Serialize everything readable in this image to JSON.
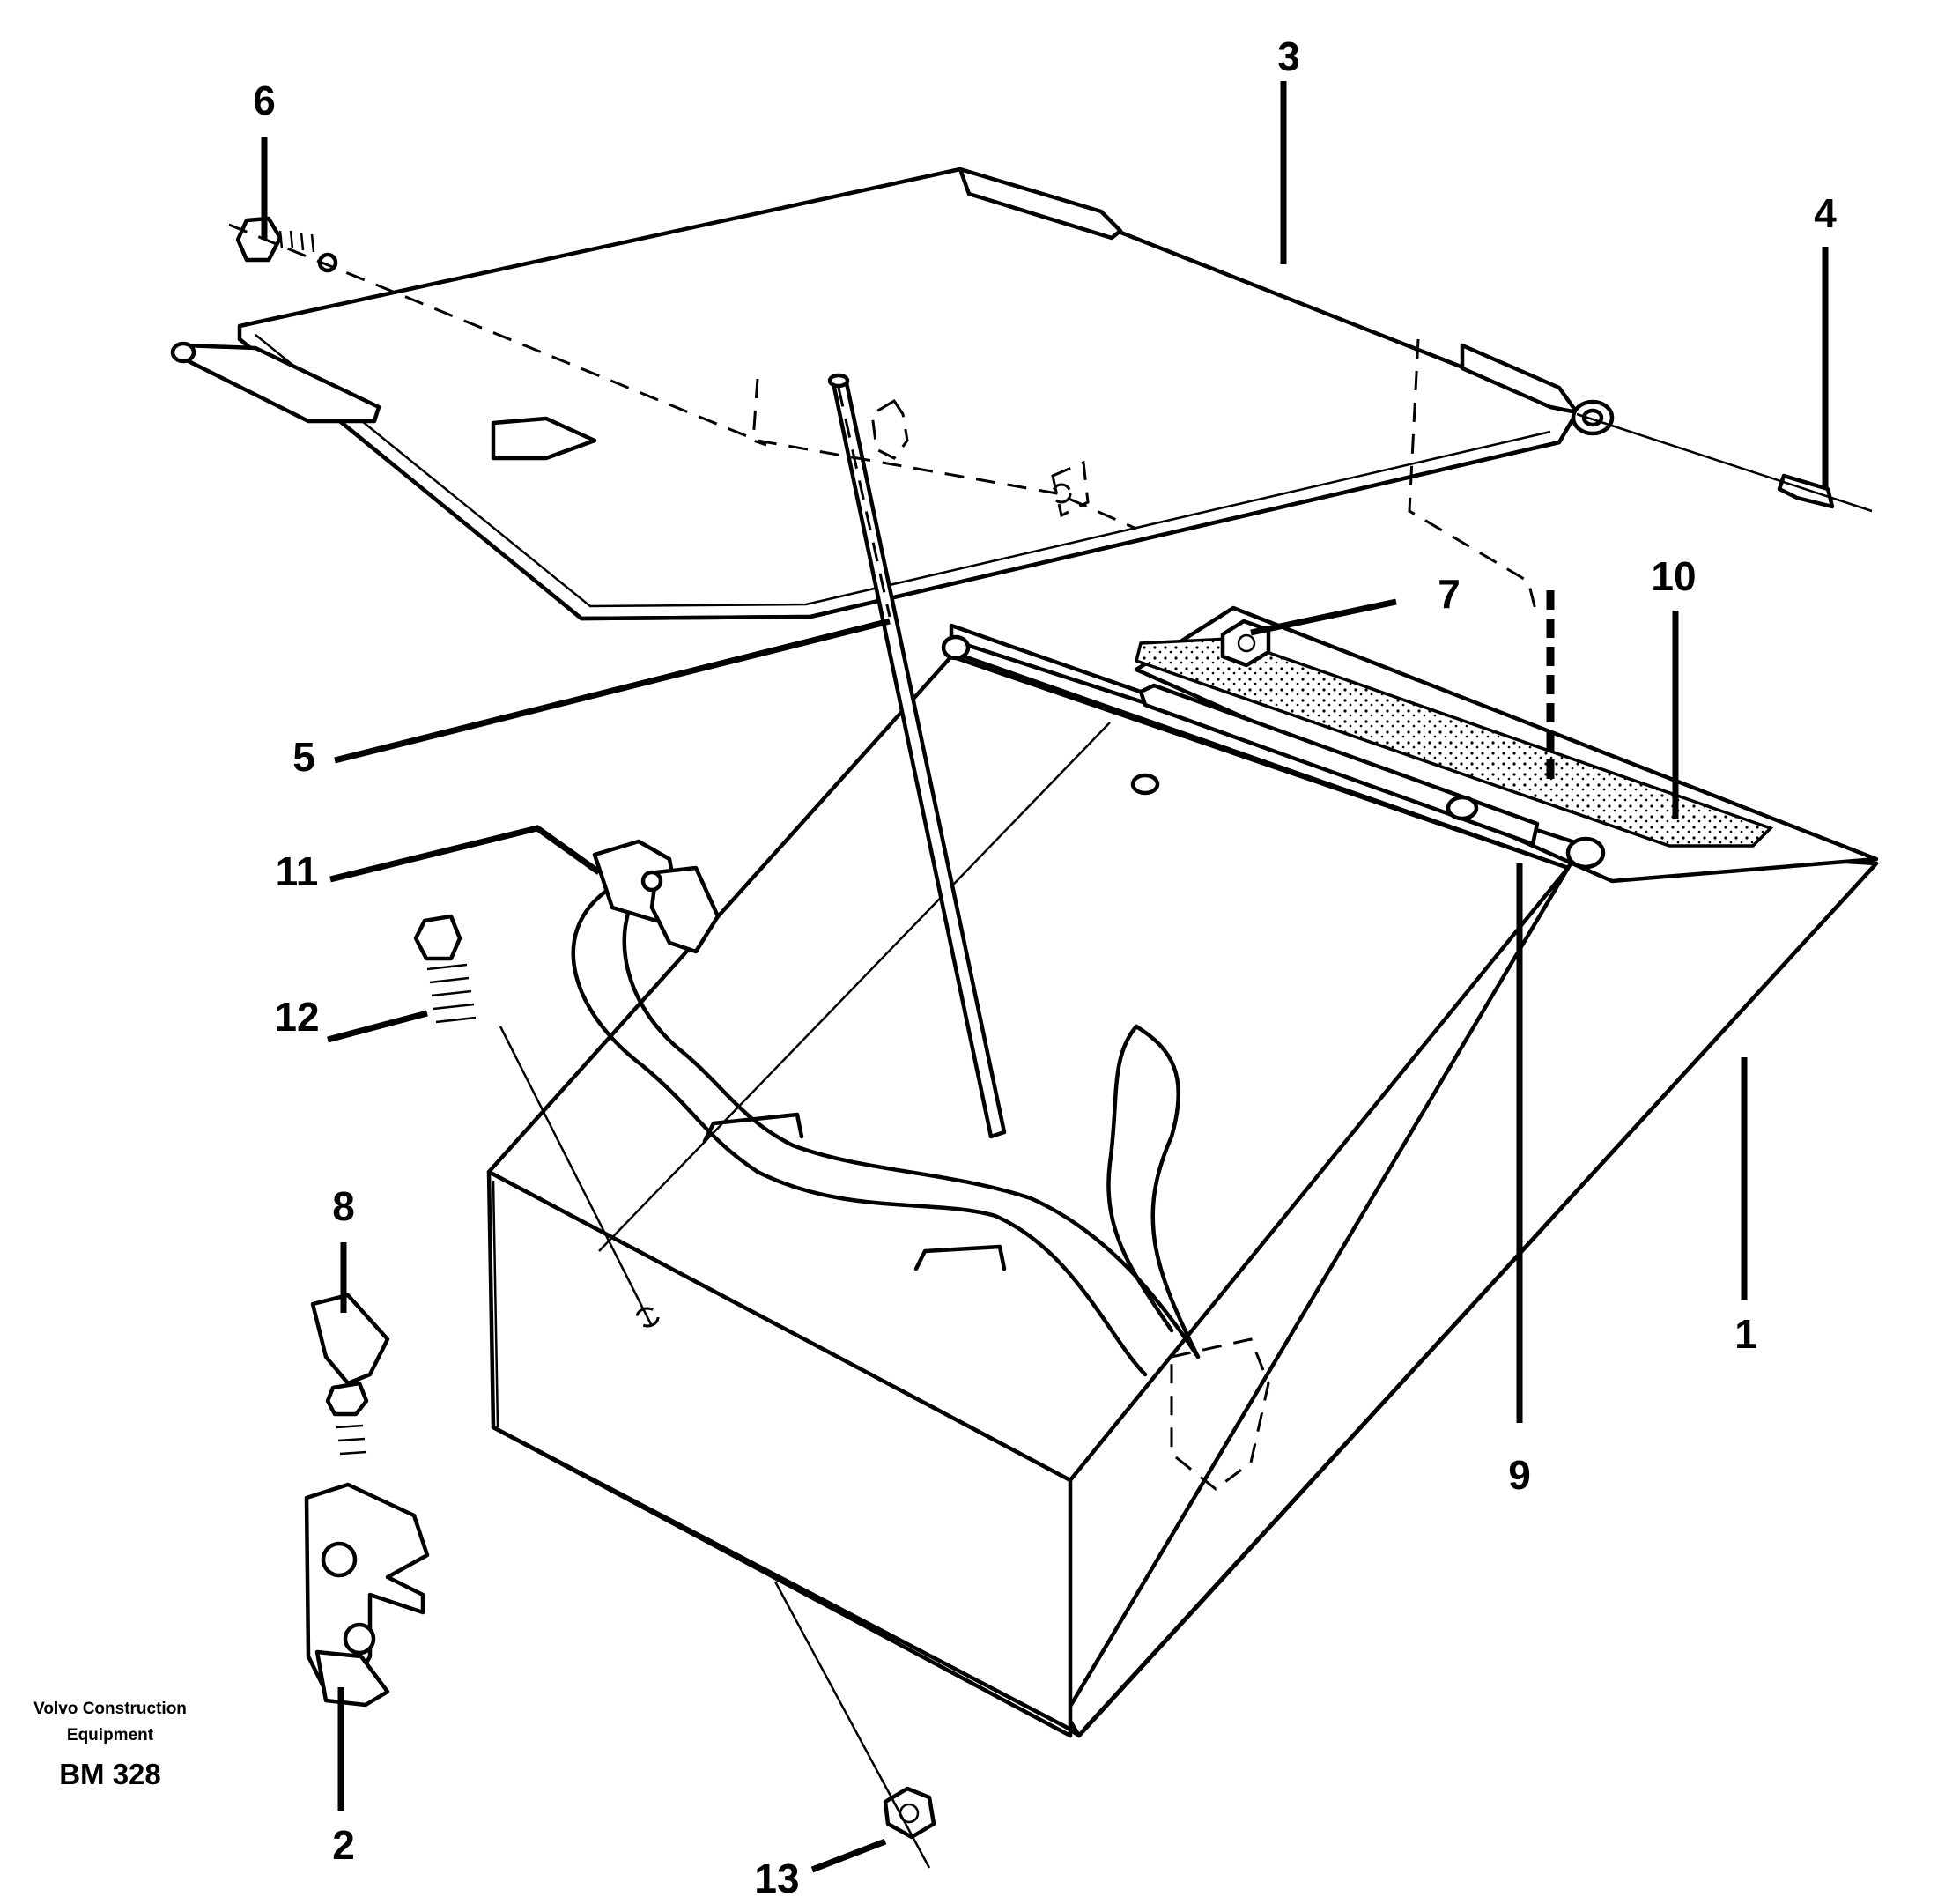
{
  "diagram": {
    "part_labels": [
      "1",
      "2",
      "3",
      "4",
      "5",
      "6",
      "7",
      "8",
      "9",
      "10",
      "11",
      "12",
      "13"
    ],
    "footer": {
      "manufacturer_line1": "Volvo Construction",
      "manufacturer_line2": "Equipment",
      "code": "BM 328"
    }
  }
}
